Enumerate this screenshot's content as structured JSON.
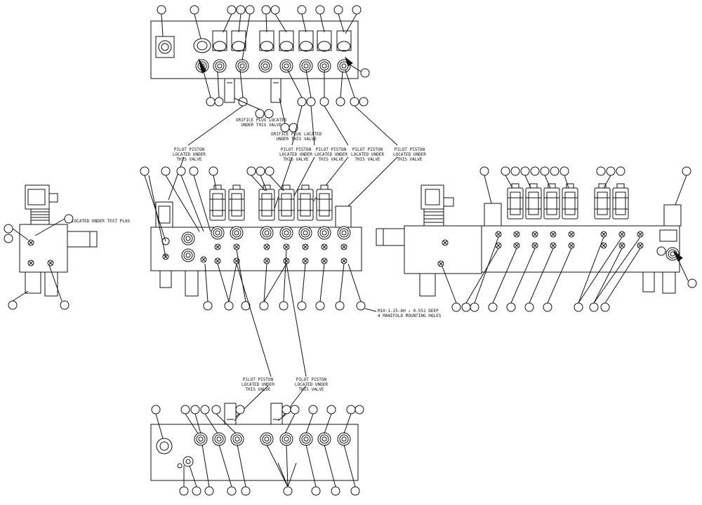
{
  "notes": {
    "orifice_top": [
      "ORIFICE PLUG LOCATED",
      "UNDER THIS VALVE"
    ],
    "orifice_mid": [
      "ORIFICE PLUG LOCATED",
      "UNDER THIS VALVE"
    ],
    "pilot_1": [
      "PILOT PISTON",
      "LOCATED UNDER",
      "THIS VALVE"
    ],
    "pilot_2": [
      "PILOT PISTON",
      "LOCATED UNDER",
      "THIS VALVE"
    ],
    "pilot_3": [
      "PILOT PISTON",
      "LOCATED UNDER",
      "THIS VALVE"
    ],
    "pilot_4": [
      "PILOT PISTON",
      "LOCATED UNDER",
      "THIS VALVE"
    ],
    "pilot_5": [
      "PILOT PISTON",
      "LOCATED UNDER",
      "THIS VALVE"
    ],
    "pilot_bottom_1": [
      "PILOT PISTON",
      "LOCATED UNDER",
      "THIS VALVE"
    ],
    "pilot_bottom_2": [
      "PILOT PISTON",
      "LOCATED UNDER",
      "THIS VALVE"
    ],
    "test_plug": [
      "LOCATED UNDER TEST PLUG"
    ],
    "mounting_holes": [
      "M10-1.25-6H ↓ 0.551 DEEP",
      "4 MANIFOLD MOUNTING HOLES"
    ]
  },
  "colors": {
    "line": "#111111",
    "paper": "#ffffff",
    "thread": "#8a8a8a"
  }
}
